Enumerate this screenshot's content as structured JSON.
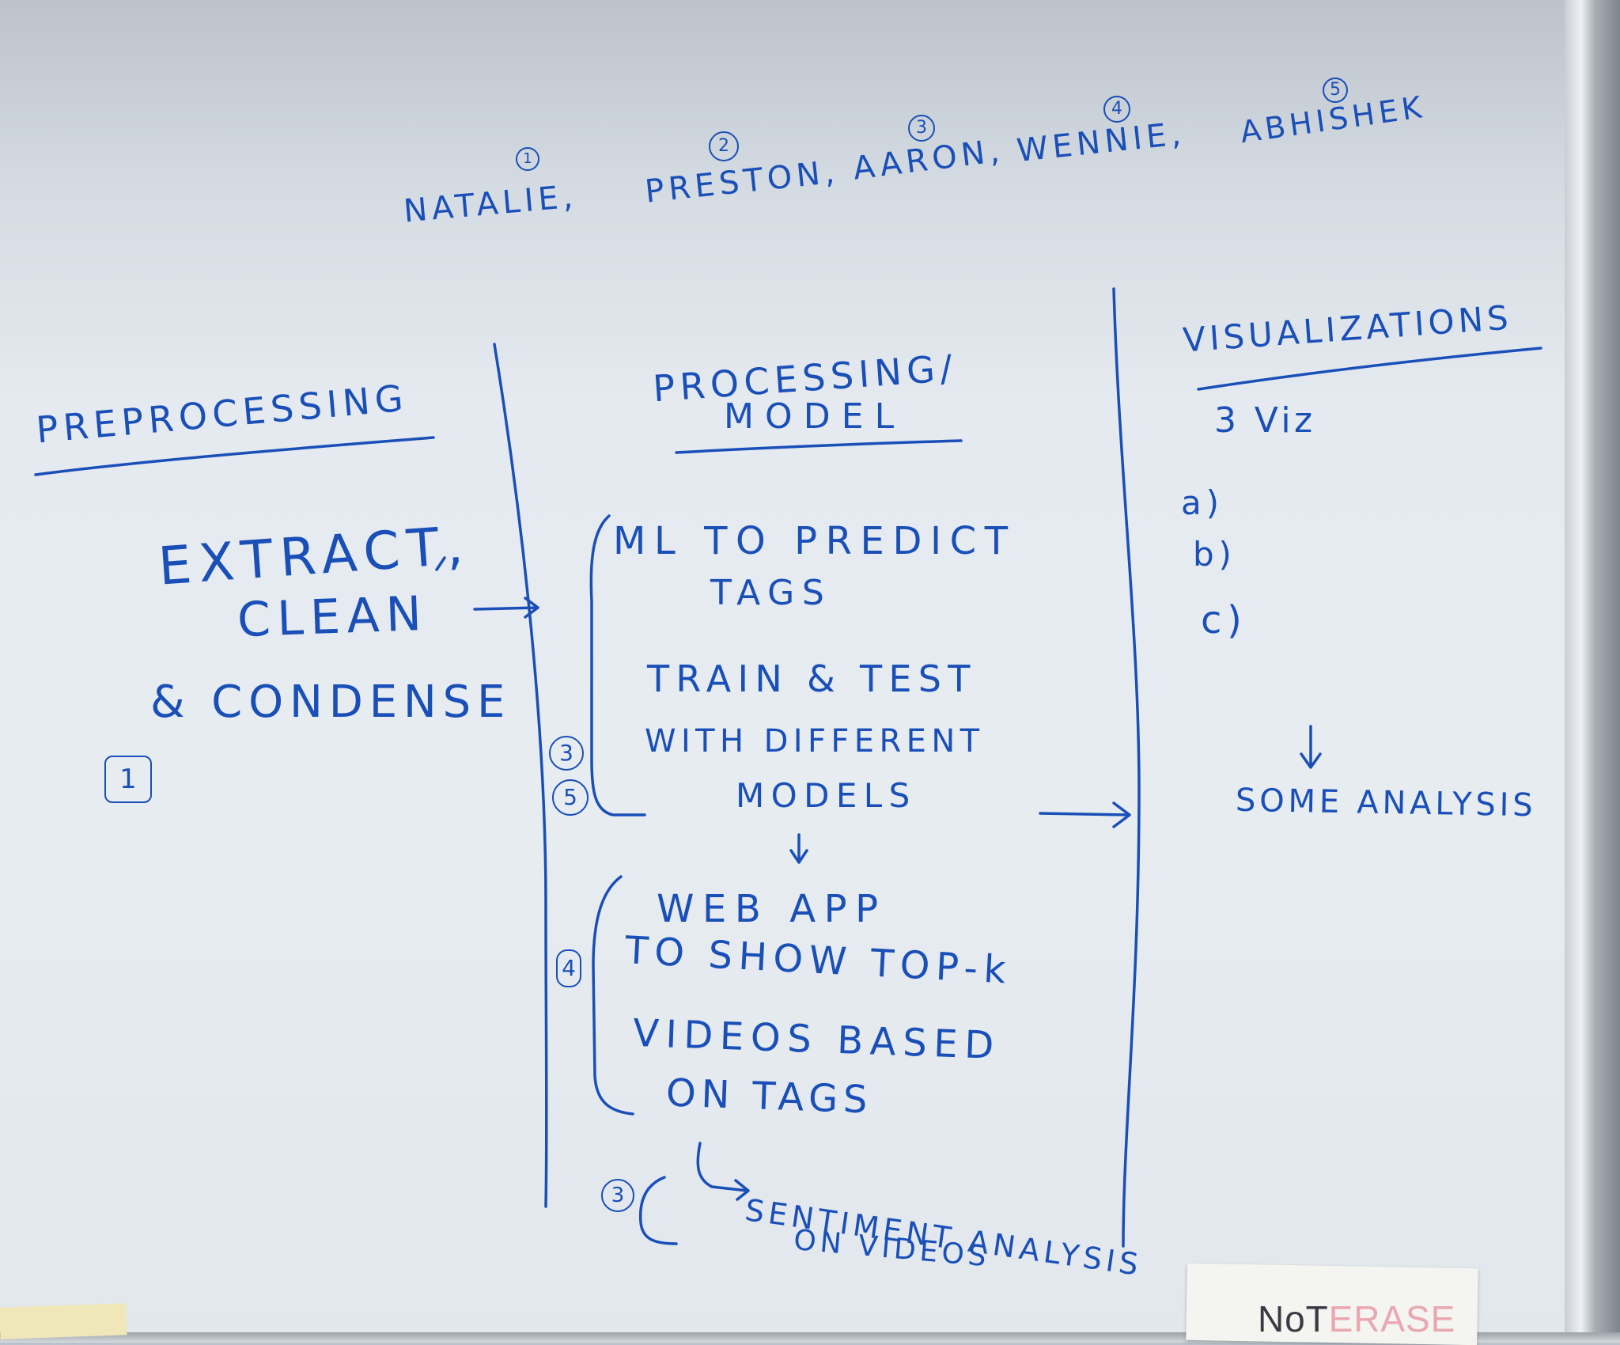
{
  "team": {
    "names": [
      "NATALIE,",
      "PRESTON,",
      "AARON,",
      "WENNIE,",
      "ABHISHEK"
    ],
    "numbers": [
      "1",
      "2",
      "3",
      "4",
      "5"
    ]
  },
  "columns": {
    "preprocessing": {
      "title": "PREPROCESSING",
      "lines": [
        "EXTRACT,",
        "CLEAN",
        "& CONDENSE"
      ],
      "assignee": "1"
    },
    "processing": {
      "title_line1": "PROCESSING/",
      "title_line2": "MODEL",
      "block1": [
        "ML TO PREDICT",
        "TAGS",
        "TRAIN & TEST",
        "WITH DIFFERENT",
        "MODELS"
      ],
      "block1_assignees": [
        "3",
        "5"
      ],
      "block2": [
        "WEB APP",
        "TO SHOW TOP-k",
        "VIDEOS BASED",
        "ON TAGS"
      ],
      "block2_assignee": "4",
      "block3": [
        "SENTIMENT ANALYSIS",
        "ON VIDEOS"
      ],
      "block3_assignee": "3"
    },
    "visualizations": {
      "title": "VISUALIZATIONS",
      "subtitle": "3 Viz",
      "items": [
        "a)",
        "b)",
        "c)"
      ],
      "result": "SOME ANALYSIS"
    }
  },
  "note": {
    "text_dark": "NoT",
    "text_faint": "ERASE"
  },
  "colors": {
    "ink": "#1a4fb8",
    "board": "#e4eaef"
  }
}
